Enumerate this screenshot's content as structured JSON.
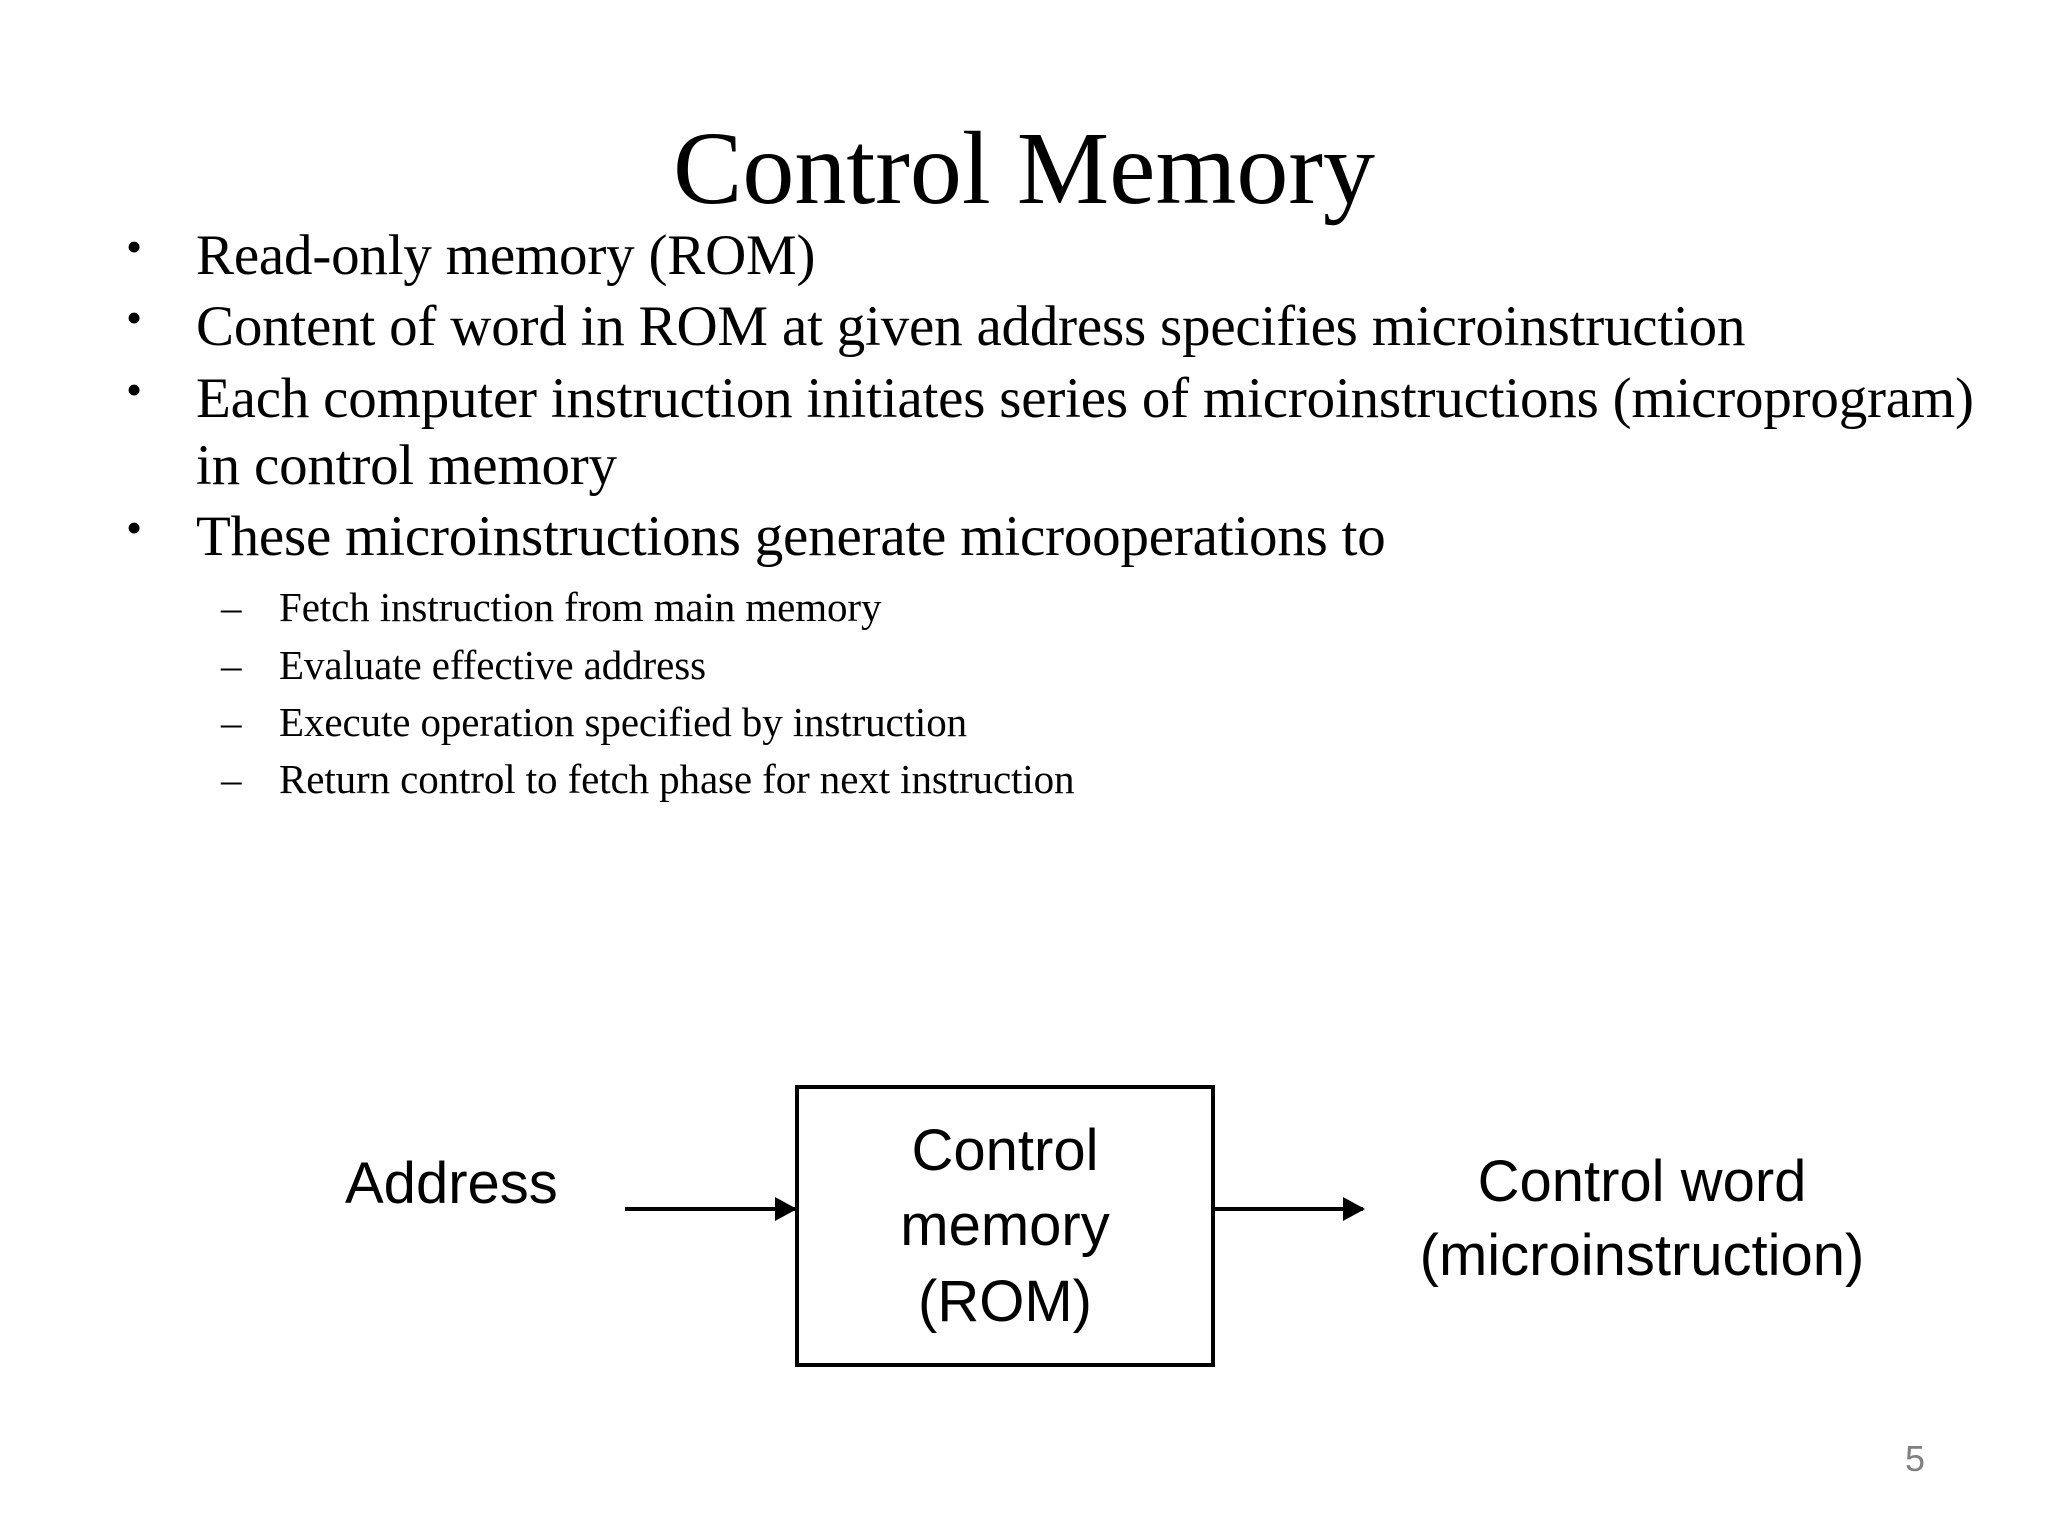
{
  "slide": {
    "title": "Control Memory",
    "page_number": "5",
    "page_number_color": "#808080",
    "background_color": "#ffffff",
    "text_color": "#000000"
  },
  "body": {
    "bullet_glyph": "•",
    "dash_glyph": "–",
    "level1": [
      {
        "text": "Read-only memory (ROM)"
      },
      {
        "text": "Content of word in ROM at given address specifies microinstruction"
      },
      {
        "text": "Each computer instruction initiates series of microinstructions (microprogram) in control memory"
      },
      {
        "text": "These microinstructions generate microoperations to"
      }
    ],
    "level2": [
      {
        "text": "Fetch instruction from main memory"
      },
      {
        "text": "Evaluate effective address"
      },
      {
        "text": "Execute operation specified by instruction"
      },
      {
        "text": "Return control to fetch phase for next instruction"
      }
    ]
  },
  "diagram": {
    "input_label": "Address",
    "box": {
      "line1": "Control",
      "line2": "memory",
      "line3": "(ROM)"
    },
    "output_label_line1": "Control word",
    "output_label_line2": "(microinstruction)",
    "arrow_in_name": "arrow-right-icon",
    "arrow_out_name": "arrow-right-icon"
  }
}
